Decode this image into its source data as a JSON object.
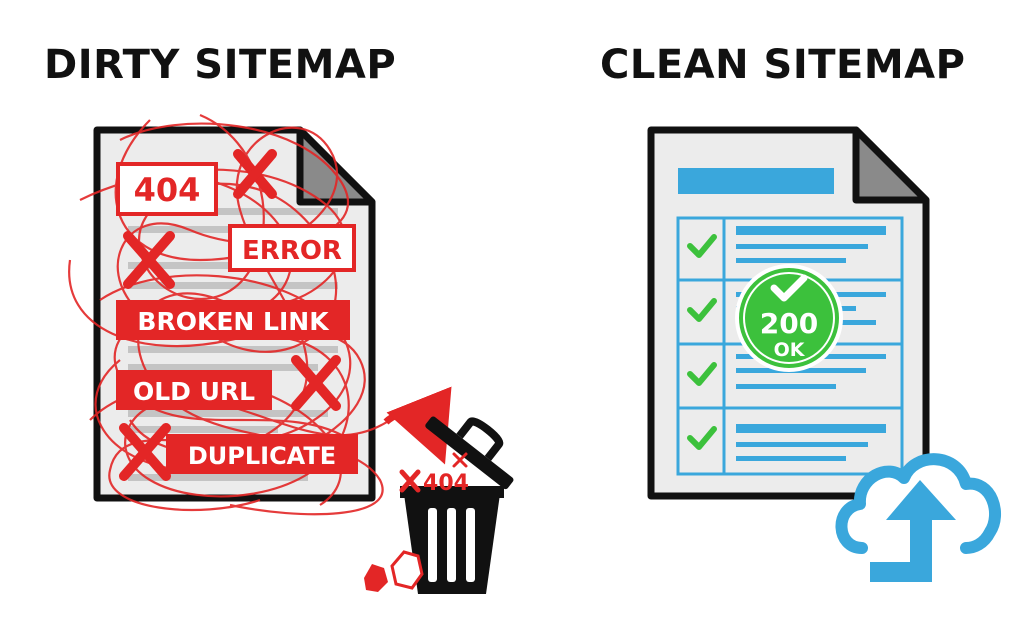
{
  "titles": {
    "dirty": "DIRTY SITEMAP",
    "clean": "CLEAN SITEMAP"
  },
  "dirty": {
    "labels": {
      "e404": "404",
      "error": "ERROR",
      "broken": "BROKEN LINK",
      "old": "OLD URL",
      "duplicate": "DUPLICATE"
    },
    "trash_label": "404"
  },
  "clean": {
    "status_code": "200",
    "status_text": "OK"
  },
  "colors": {
    "red": "#e32626",
    "blue": "#3aa7dc",
    "green": "#3cc13c",
    "ink": "#111111"
  },
  "icons": [
    "x-mark-icon",
    "trash-can-icon",
    "check-icon",
    "cloud-upload-icon",
    "arrow-icon"
  ]
}
